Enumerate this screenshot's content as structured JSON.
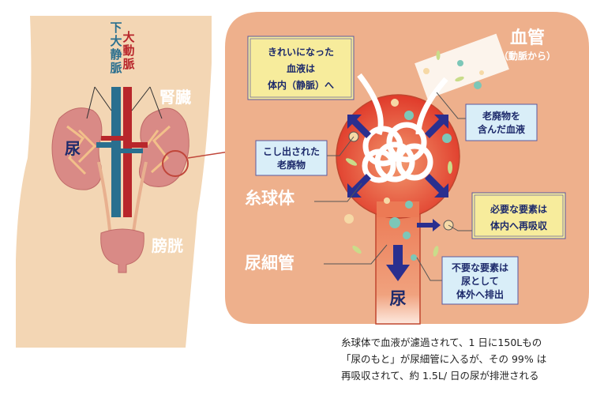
{
  "body": {
    "vena_cava": [
      "下",
      "大",
      "静",
      "脈"
    ],
    "aorta": [
      "大",
      "動",
      "脈"
    ],
    "kidney_label": "腎臓",
    "urine_in_kidney": "尿",
    "bladder_label": "膀胱"
  },
  "detail": {
    "blood_vessel_title": "血管",
    "blood_vessel_sub": "（動脈から）",
    "clean_blood": [
      "きれいになった",
      "血液は",
      "体内（静脈）へ"
    ],
    "waste_blood": [
      "老廃物を",
      "含んだ血液"
    ],
    "filtered_waste": [
      "こし出された",
      "老廃物"
    ],
    "glomerulus": "糸球体",
    "tubule": "尿細管",
    "reabsorb": [
      "必要な要素は",
      "体内へ再吸収"
    ],
    "excrete": [
      "不要な要素は",
      "尿として",
      "体外へ排出"
    ],
    "urine": "尿"
  },
  "caption": [
    "糸球体で血液が濾過されて、1 日に150Lもの",
    "「尿のもと」が尿細管に入るが、その 99% は",
    "再吸収されて、約 1.5L/ 日の尿が排泄される"
  ],
  "colors": {
    "panel": "#eeb08c",
    "body": "#f3d6b4",
    "kidney": "#d98a86",
    "vein": "#2a6f8f",
    "artery": "#b8262b",
    "glomerulus": "#dd4a2e",
    "box_yellow": "#f7ec9c",
    "box_blue": "#d9eef8",
    "text_navy": "#1d2a6b"
  }
}
